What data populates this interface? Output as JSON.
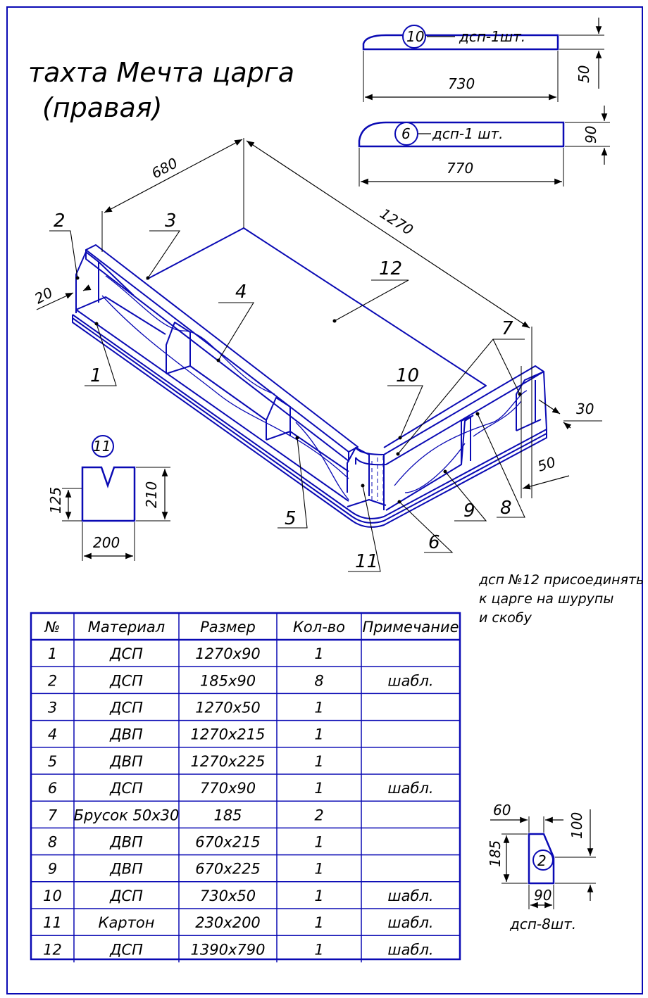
{
  "title": {
    "line1": "тахта Мечта царга",
    "line2": "(правая)"
  },
  "colors": {
    "outline": "#0a0ab4",
    "dimension": "#000000",
    "background": "#ffffff"
  },
  "part10": {
    "id": "10",
    "label": "дсп-1шт.",
    "length": "730",
    "height": "50"
  },
  "part6": {
    "id": "6",
    "label": "дсп-1 шт.",
    "length": "770",
    "height": "90"
  },
  "part11": {
    "id": "11",
    "width": "200",
    "height": "210",
    "slot": "125"
  },
  "part2": {
    "id": "2",
    "top": "60",
    "height": "185",
    "chamfer": "100",
    "width": "90",
    "label": "дсп-8шт."
  },
  "assembly": {
    "dims": {
      "width": "680",
      "length": "1270",
      "thick_left": "20",
      "thick_right": "30",
      "post": "50"
    },
    "callouts": [
      "1",
      "2",
      "3",
      "4",
      "5",
      "6",
      "7",
      "8",
      "9",
      "10",
      "11",
      "12"
    ]
  },
  "note": {
    "line1": "дсп №12 присоединять",
    "line2": "к царге на шурупы",
    "line3": "и скобу"
  },
  "table": {
    "headers": [
      "№",
      "Материал",
      "Размер",
      "Кол-во",
      "Примечание"
    ],
    "rows": [
      [
        "1",
        "ДСП",
        "1270х90",
        "1",
        ""
      ],
      [
        "2",
        "ДСП",
        "185х90",
        "8",
        "шабл."
      ],
      [
        "3",
        "ДСП",
        "1270х50",
        "1",
        ""
      ],
      [
        "4",
        "ДВП",
        "1270х215",
        "1",
        ""
      ],
      [
        "5",
        "ДВП",
        "1270х225",
        "1",
        ""
      ],
      [
        "6",
        "ДСП",
        "770х90",
        "1",
        "шабл."
      ],
      [
        "7",
        "Брусок 50х30",
        "185",
        "2",
        ""
      ],
      [
        "8",
        "ДВП",
        "670х215",
        "1",
        ""
      ],
      [
        "9",
        "ДВП",
        "670х225",
        "1",
        ""
      ],
      [
        "10",
        "ДСП",
        "730х50",
        "1",
        "шабл."
      ],
      [
        "11",
        "Картон",
        "230х200",
        "1",
        "шабл."
      ],
      [
        "12",
        "ДСП",
        "1390х790",
        "1",
        "шабл."
      ]
    ]
  }
}
